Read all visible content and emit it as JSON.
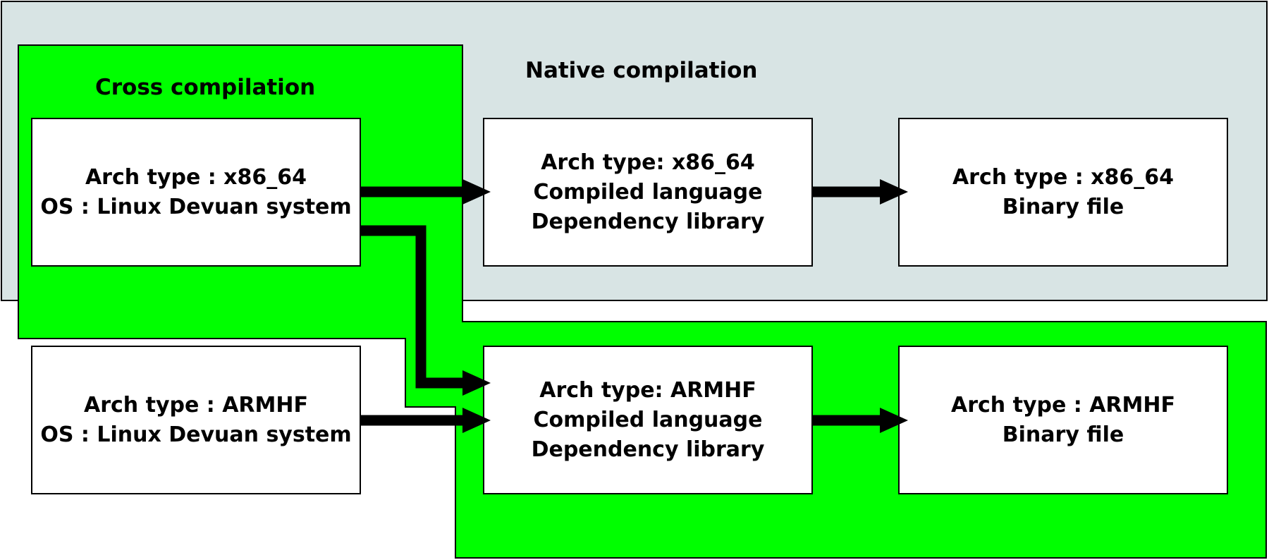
{
  "colors": {
    "native_region": "#d8e4e4",
    "cross_region": "#00ff00",
    "box_fill": "#ffffff",
    "stroke": "#000000"
  },
  "regions": {
    "native_title": "Native compilation",
    "cross_title": "Cross compilation"
  },
  "boxes": {
    "host_x86": {
      "line1": "Arch type : x86_64",
      "line2": "OS : Linux Devuan system"
    },
    "host_armhf": {
      "line1": "Arch type : ARMHF",
      "line2": "OS : Linux Devuan system"
    },
    "compile_x86": {
      "line1": "Arch type: x86_64",
      "line2": "Compiled language",
      "line3": "Dependency library"
    },
    "compile_armhf": {
      "line1": "Arch type: ARMHF",
      "line2": "Compiled language",
      "line3": "Dependency library"
    },
    "binary_x86": {
      "line1": "Arch type : x86_64",
      "line2": "Binary file"
    },
    "binary_armhf": {
      "line1": "Arch type : ARMHF",
      "line2": "Binary file"
    }
  }
}
